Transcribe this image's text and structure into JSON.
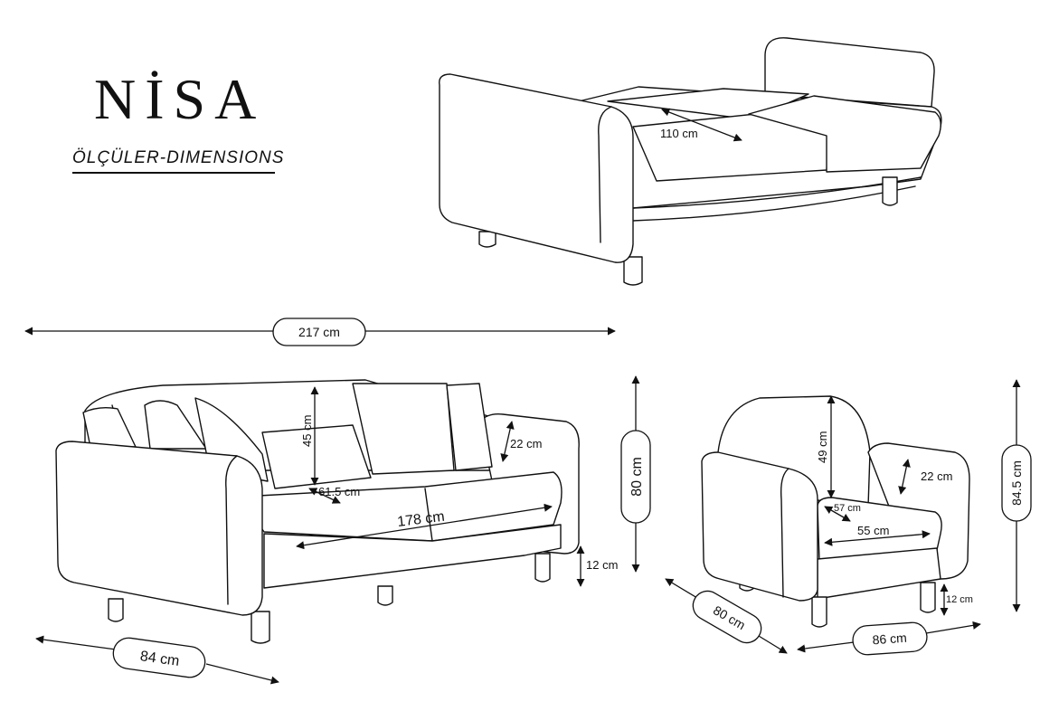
{
  "brand": {
    "name": "NİSA",
    "subtitle": "ÖLÇÜLER-DIMENSIONS"
  },
  "bed_view": {
    "depth_label": "110 cm"
  },
  "sofa": {
    "width_label": "217 cm",
    "height_label": "80 cm",
    "depth_label": "84 cm",
    "seat_width_label": "178 cm",
    "seat_depth_label": "61.5 cm",
    "back_height_label": "45 cm",
    "armrest_label": "22 cm",
    "leg_height_label": "12 cm"
  },
  "armchair": {
    "height_label": "84.5 cm",
    "width_label": "86 cm",
    "depth_label": "80 cm",
    "back_height_label": "49 cm",
    "armrest_label": "22 cm",
    "seat_depth_label": "57 cm",
    "seat_width_label": "55 cm",
    "leg_height_label": "12 cm"
  }
}
